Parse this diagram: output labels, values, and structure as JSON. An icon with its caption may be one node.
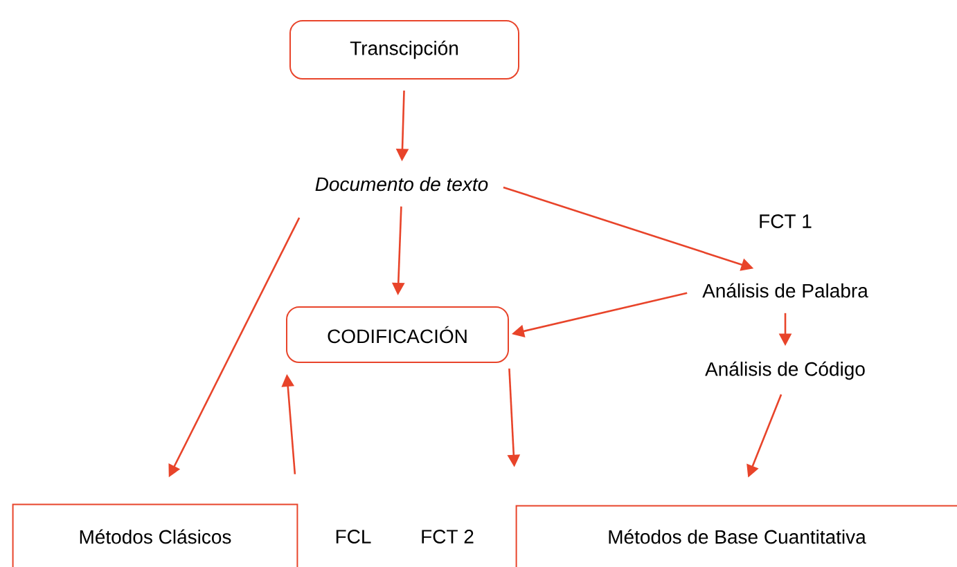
{
  "diagram": {
    "nodes": [
      {
        "text": [
          "Transcipción"
        ]
      },
      {
        "text": [
          "Documento de texto"
        ]
      },
      {
        "text": [
          "Análisis de Palabra"
        ]
      },
      {
        "text": [
          "CODIFICACIÓN"
        ]
      },
      {
        "text": [
          "Análisis de Código"
        ]
      },
      {
        "text": [
          "Métodos Clásicos"
        ]
      },
      {
        "text": [
          "Métodos de Base Cuantitativa"
        ]
      }
    ],
    "edges": [
      {
        "from": 0,
        "to": 1,
        "arrow": "to"
      },
      {
        "from": 1,
        "to": 3,
        "arrow": "to"
      },
      {
        "from": 1,
        "to": 2,
        "arrow": "to"
      },
      {
        "from": 2,
        "to": 3,
        "arrow": "to"
      },
      {
        "from": 2,
        "to": 4,
        "arrow": "to"
      },
      {
        "from": 1,
        "to": 5,
        "arrow": "to"
      },
      {
        "from": 5,
        "to": 3,
        "arrow": "to"
      },
      {
        "from": 3,
        "to": 6,
        "arrow": "to"
      },
      {
        "from": 4,
        "to": 6,
        "arrow": "to"
      }
    ],
    "labels": [
      "FCT 1",
      "FCL",
      "FCT 2"
    ]
  }
}
